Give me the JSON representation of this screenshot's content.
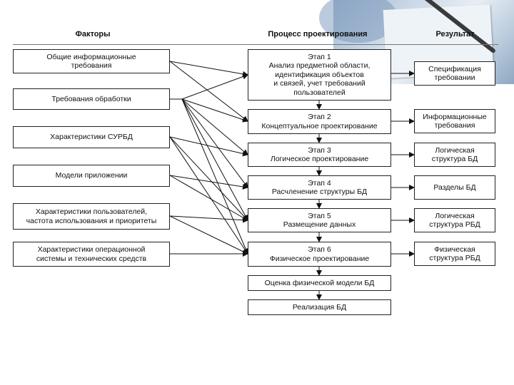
{
  "headers": {
    "factors": "Факторы",
    "process": "Процесс проектирования",
    "result": "Результат"
  },
  "factors": [
    "Общие информационные\nтребования",
    "Требования обработки",
    "Характеристики СУРБД",
    "Модели приложении",
    "Характеристики пользователей,\nчастота использования и приоритеты",
    "Характеристики операционной\nсистемы и технических средств"
  ],
  "stages": [
    {
      "num": "Этап 1",
      "title": "Анализ предметной области,\nидентификация объектов\nи связей, учет требований\nпользователей"
    },
    {
      "num": "Этап 2",
      "title": "Концептуальное проектирование"
    },
    {
      "num": "Этап 3",
      "title": "Логическое проектирование"
    },
    {
      "num": "Этап 4",
      "title": "Расчленение структуры БД"
    },
    {
      "num": "Этап 5",
      "title": "Размещение данных"
    },
    {
      "num": "Этап 6",
      "title": "Физическое проектирование"
    }
  ],
  "extra_steps": [
    "Оценка физической модели БД",
    "Реализация БД"
  ],
  "results": [
    "Спецификация\nтребовании",
    "Информационные\nтребования",
    "Логическая\nструктура БД",
    "Разделы БД",
    "Логическая\nструктура РБД",
    "Физическая\nструктура РБД"
  ],
  "background_decor": "photo-corner"
}
